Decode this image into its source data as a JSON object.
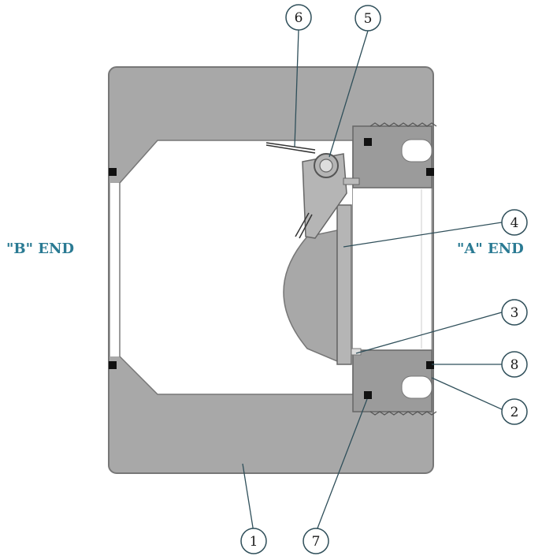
{
  "end_labels": {
    "b_end": "\"B\" END",
    "a_end": "\"A\" END"
  },
  "callouts": [
    {
      "id": "1",
      "label": "1"
    },
    {
      "id": "2",
      "label": "2"
    },
    {
      "id": "3",
      "label": "3"
    },
    {
      "id": "4",
      "label": "4"
    },
    {
      "id": "5",
      "label": "5"
    },
    {
      "id": "6",
      "label": "6"
    },
    {
      "id": "7",
      "label": "7"
    },
    {
      "id": "8",
      "label": "8"
    }
  ],
  "colors": {
    "body_fill": "#a8a8a8",
    "body_stroke": "#777777",
    "bore_fill": "#ffffff",
    "seal_fill": "#111111",
    "label_color": "#2a7a93",
    "leader_color": "#2f4f5a"
  }
}
